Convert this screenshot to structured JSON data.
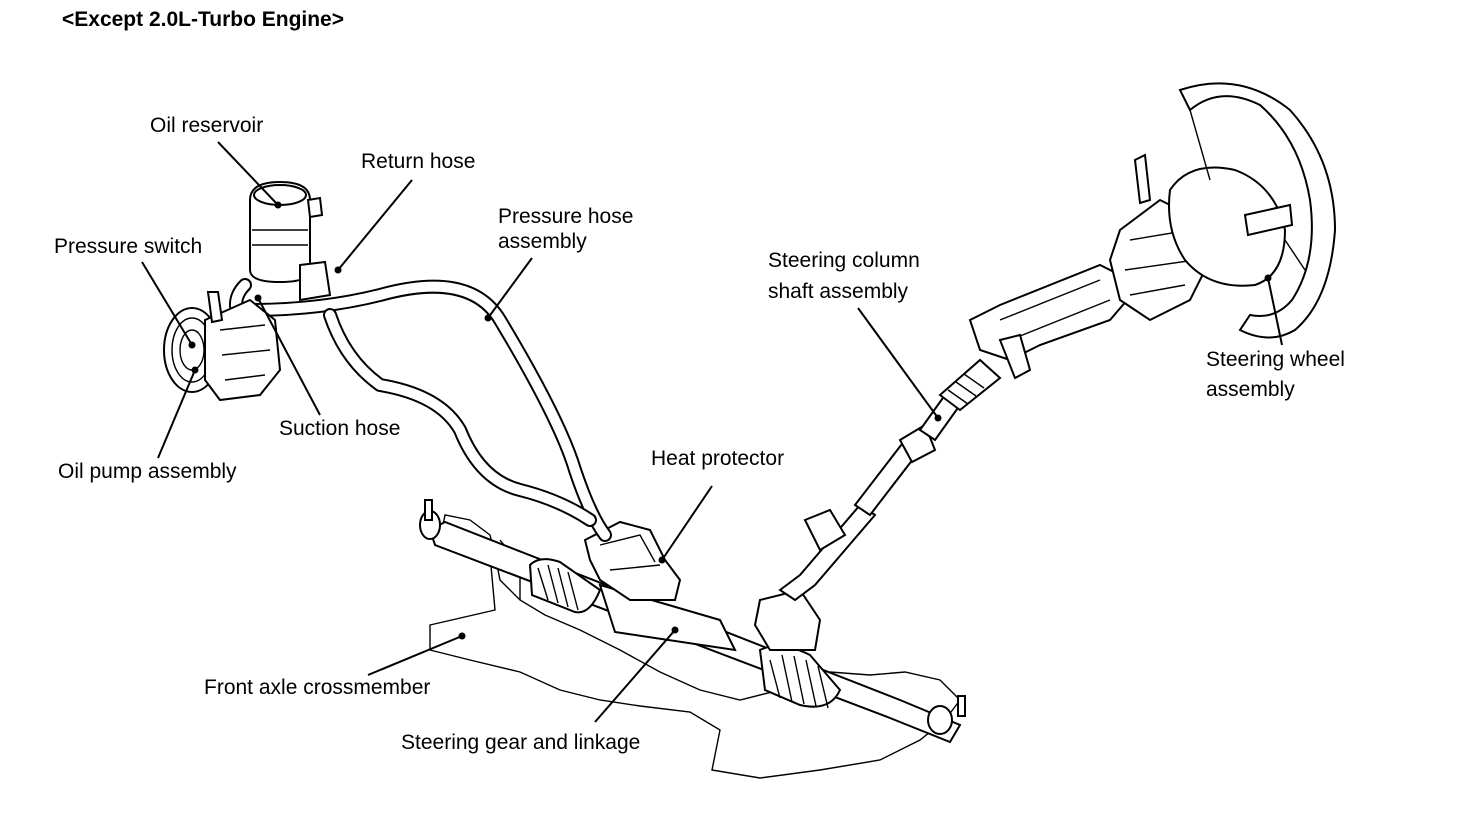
{
  "title": "<Except 2.0L-Turbo Engine>",
  "labels": {
    "oil_reservoir": "Oil reservoir",
    "return_hose": "Return hose",
    "pressure_switch": "Pressure switch",
    "pressure_hose_line1": "Pressure hose",
    "pressure_hose_line2": "assembly",
    "steering_column_line1": "Steering column",
    "steering_column_line2": "shaft assembly",
    "steering_wheel_line1": "Steering wheel",
    "steering_wheel_line2": "assembly",
    "suction_hose": "Suction hose",
    "oil_pump": "Oil pump assembly",
    "heat_protector": "Heat protector",
    "front_axle": "Front axle crossmember",
    "steering_gear": "Steering gear and linkage"
  }
}
